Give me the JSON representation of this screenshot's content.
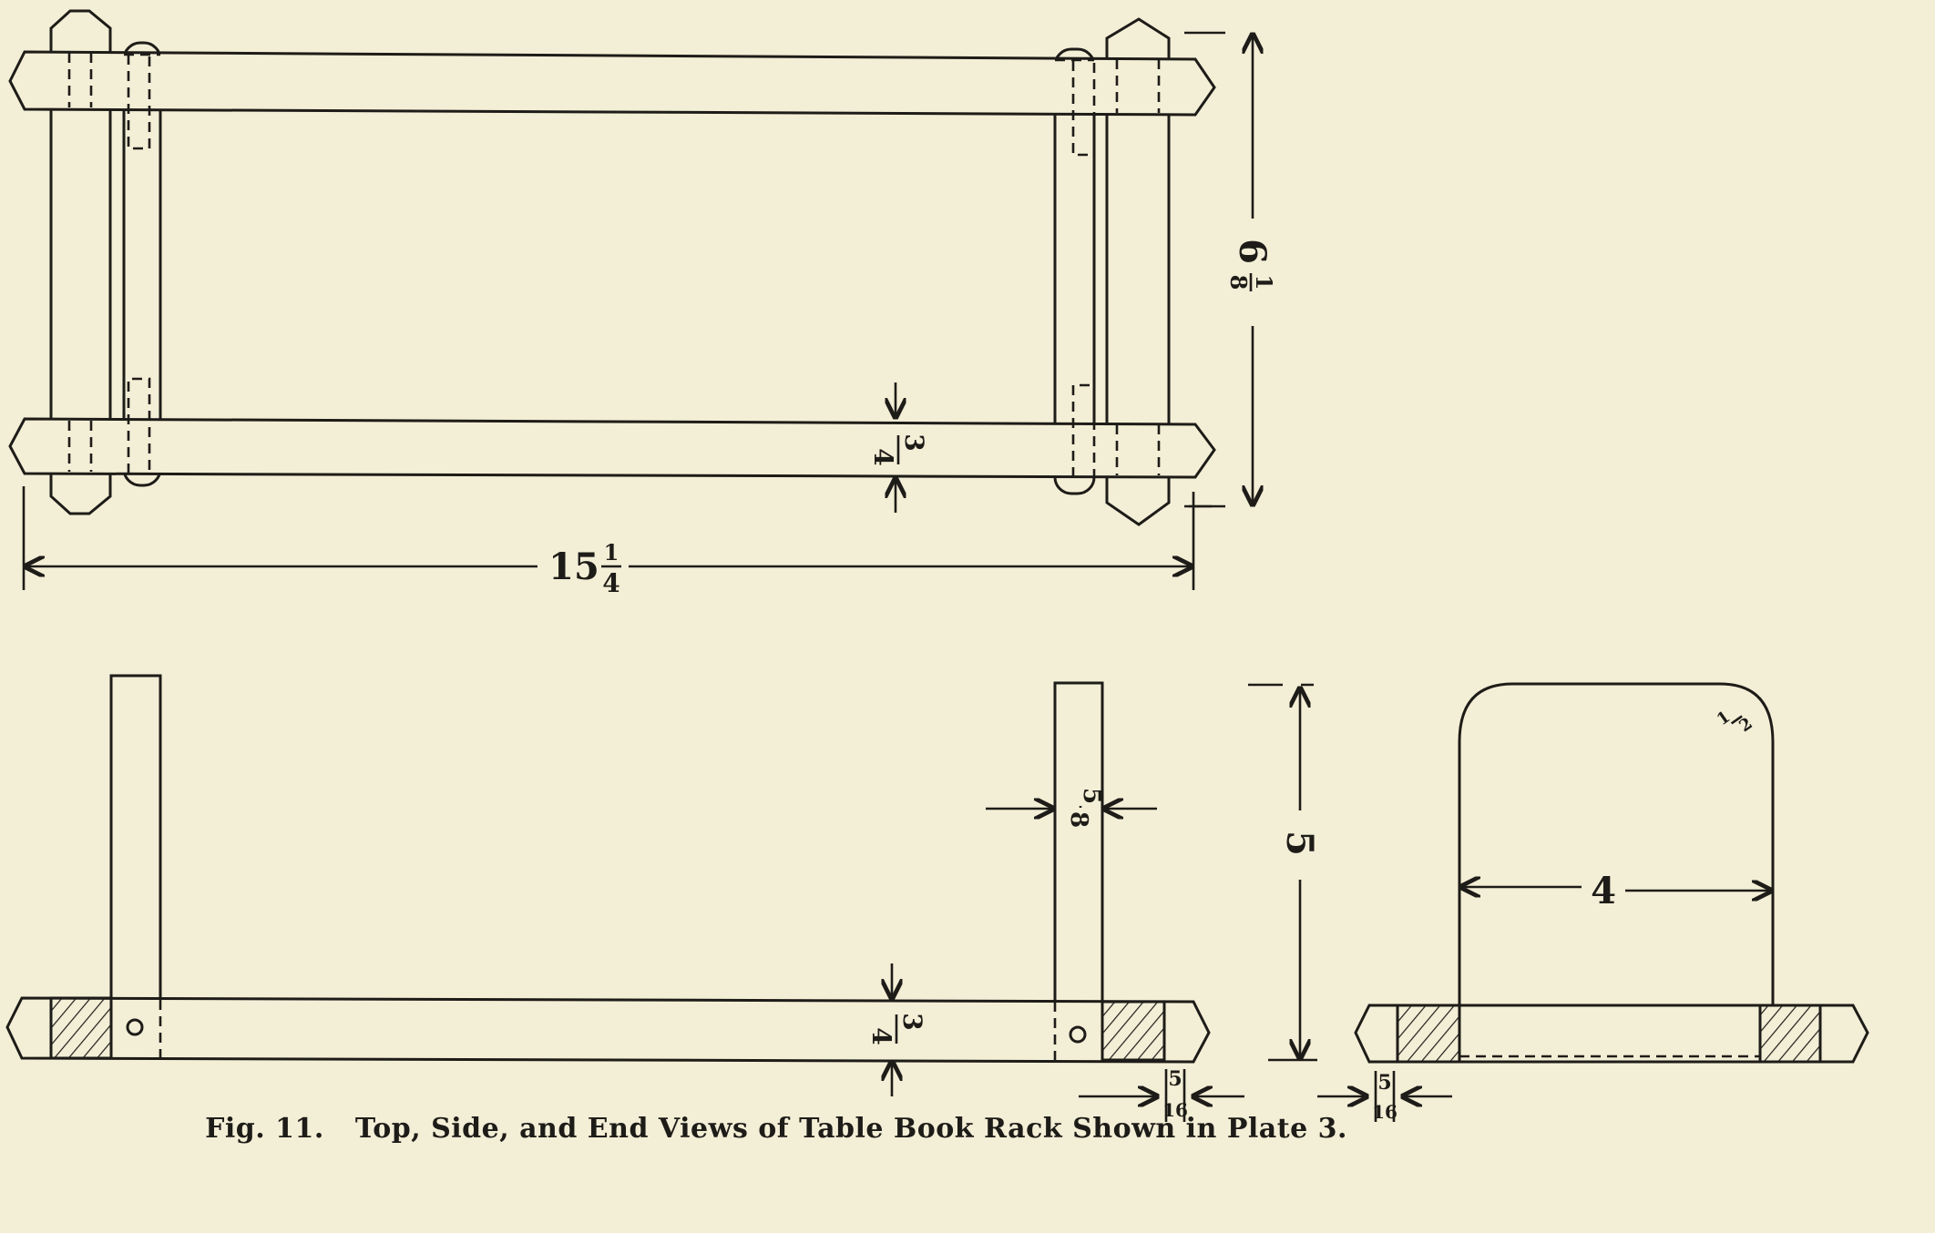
{
  "caption": {
    "figure": "Fig. 11.",
    "text": "Top, Side, and End Views of Table Book Rack Shown  in Plate 3."
  },
  "dimensions": {
    "overall_length": {
      "whole": "15",
      "num": "1",
      "den": "4"
    },
    "overall_width": {
      "whole": "6",
      "num": "1",
      "den": "8"
    },
    "rail_thickness_top": {
      "num": "3",
      "den": "4"
    },
    "rail_thickness_side": {
      "num": "3",
      "den": "4"
    },
    "upright_thickness": {
      "num": "5",
      "den": "8"
    },
    "height": "5",
    "end_width": "4",
    "corner_radius": {
      "num": "1",
      "den": "2"
    },
    "offset_side": {
      "num": "5",
      "den": "16"
    },
    "offset_end": {
      "num": "5",
      "den": "16"
    }
  },
  "colors": {
    "paper": "#f3eed6",
    "ink": "#1e1c18"
  }
}
